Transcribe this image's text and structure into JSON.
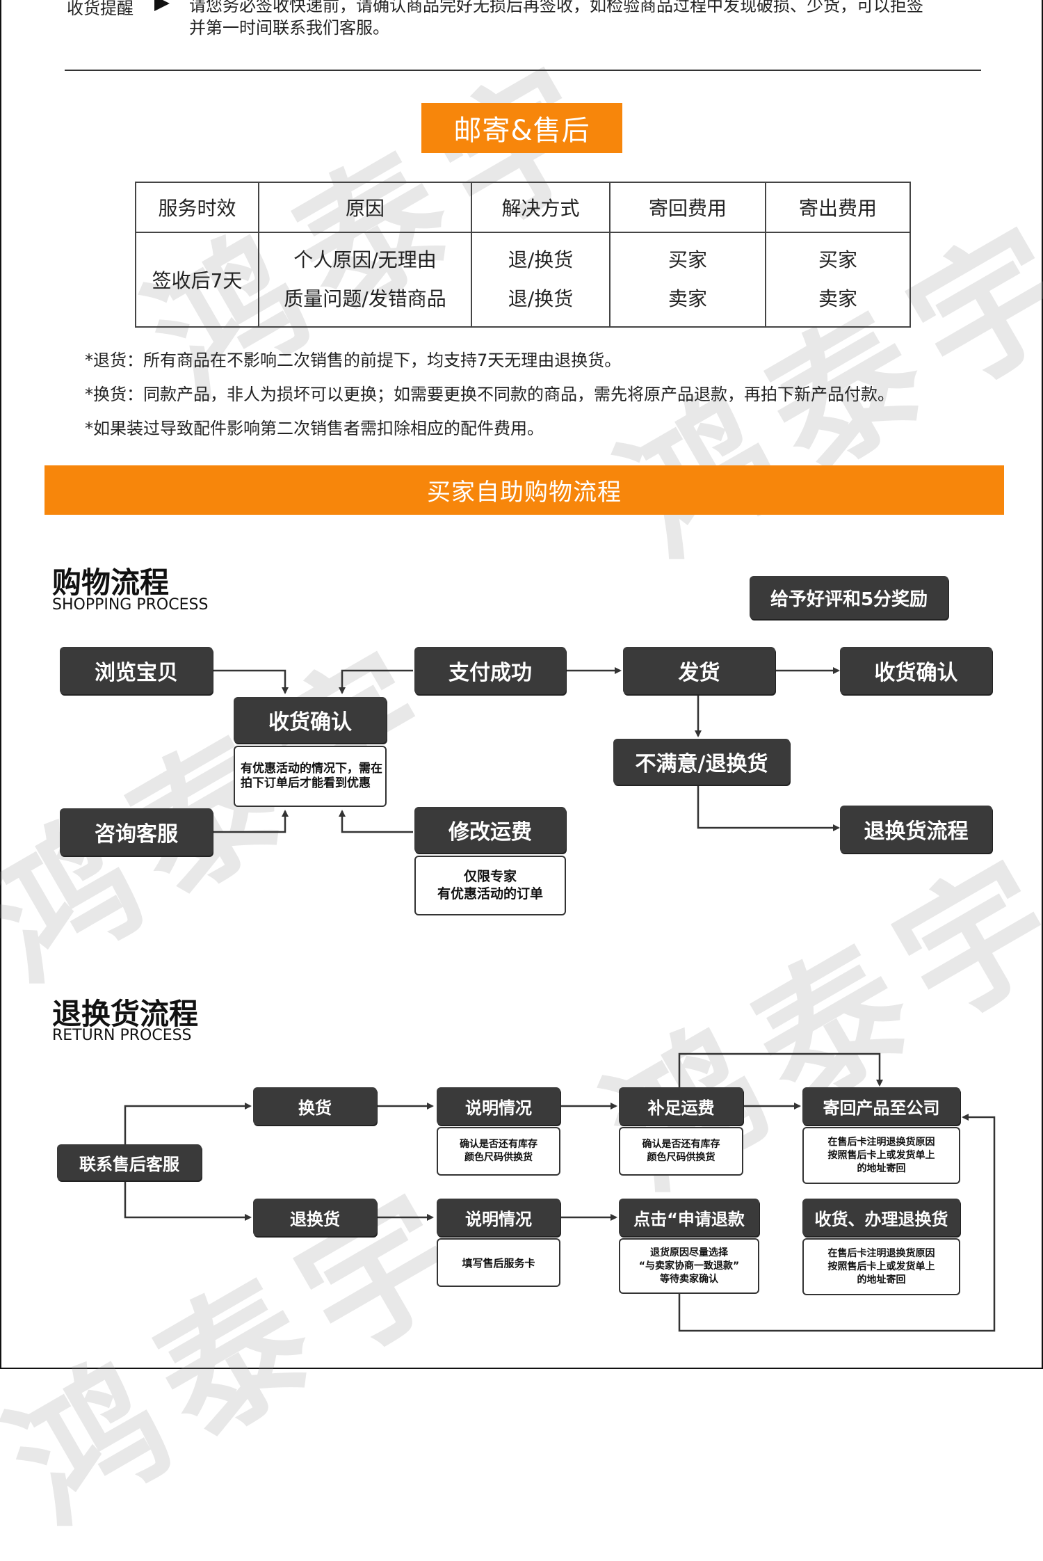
{
  "notice": {
    "label": "收货提醒",
    "line1": "请您务必签收快递前，请确认商品完好无损后再签收，如检验商品过程中发现破损、少货，可以拒签",
    "line2": "并第一时间联系我们客服。"
  },
  "after_sales": {
    "title": "邮寄&售后",
    "headers": [
      "服务时效",
      "原因",
      "解决方式",
      "寄回费用",
      "寄出费用"
    ],
    "period": "签收后7天",
    "reasons": [
      "个人原因/无理由",
      "质量问题/发错商品"
    ],
    "solutions": [
      "退/换货",
      "退/换货"
    ],
    "return_fee": [
      "买家",
      "卖家"
    ],
    "send_fee": [
      "买家",
      "卖家"
    ],
    "notes": [
      "*退货：所有商品在不影响二次销售的前提下，均支持7天无理由退换货。",
      "*换货：同款产品，非人为损坏可以更换；如需要更换不同款的商品，需先将原产品退款，再拍下新产品付款。",
      "*如果装过导致配件影响第二次销售者需扣除相应的配件费用。"
    ]
  },
  "band_title": "买家自助购物流程",
  "shopping": {
    "title_cn": "购物流程",
    "title_en": "SHOPPING PROCESS",
    "reward": "给予好评和5分奖励",
    "browse": "浏览宝贝",
    "confirm_center": "收货确认",
    "confirm_note": "有优惠活动的情况下，需在拍下订单后才能看到优惠",
    "pay": "支付成功",
    "ship": "发货",
    "receive_confirm": "收货确认",
    "unsatisfied": "不满意/退换货",
    "return_flow": "退换货流程",
    "consult": "咨询客服",
    "modify_fee": "修改运费",
    "modify_note_1": "仅限专家",
    "modify_note_2": "有优惠活动的订单"
  },
  "returns": {
    "title_cn": "退换货流程",
    "title_en": "RETURN PROCESS",
    "contact": "联系售后客服",
    "exchange": "换货",
    "return_exchange": "退换货",
    "explain_1": "说明情况",
    "explain_1_note_1": "确认是否还有库存",
    "explain_1_note_2": "颜色尺码供换货",
    "supplement": "补足运费",
    "supplement_note_1": "确认是否还有库存",
    "supplement_note_2": "颜色尺码供换货",
    "send_back": "寄回产品至公司",
    "send_back_note_1": "在售后卡注明退换货原因",
    "send_back_note_2": "按照售后卡上或发货单上",
    "send_back_note_3": "的地址寄回",
    "explain_2": "说明情况",
    "explain_2_note": "填写售后服务卡",
    "apply_refund": "点击“申请退款",
    "refund_note_1": "退货原因尽量选择",
    "refund_note_2": "“与卖家协商一致退款”",
    "refund_note_3": "等待卖家确认",
    "receive_process": "收货、办理退换货",
    "receive_note_1": "在售后卡注明退换货原因",
    "receive_note_2": "按照售后卡上或发货单上",
    "receive_note_3": "的地址寄回"
  },
  "watermark": "鸿泰宇"
}
